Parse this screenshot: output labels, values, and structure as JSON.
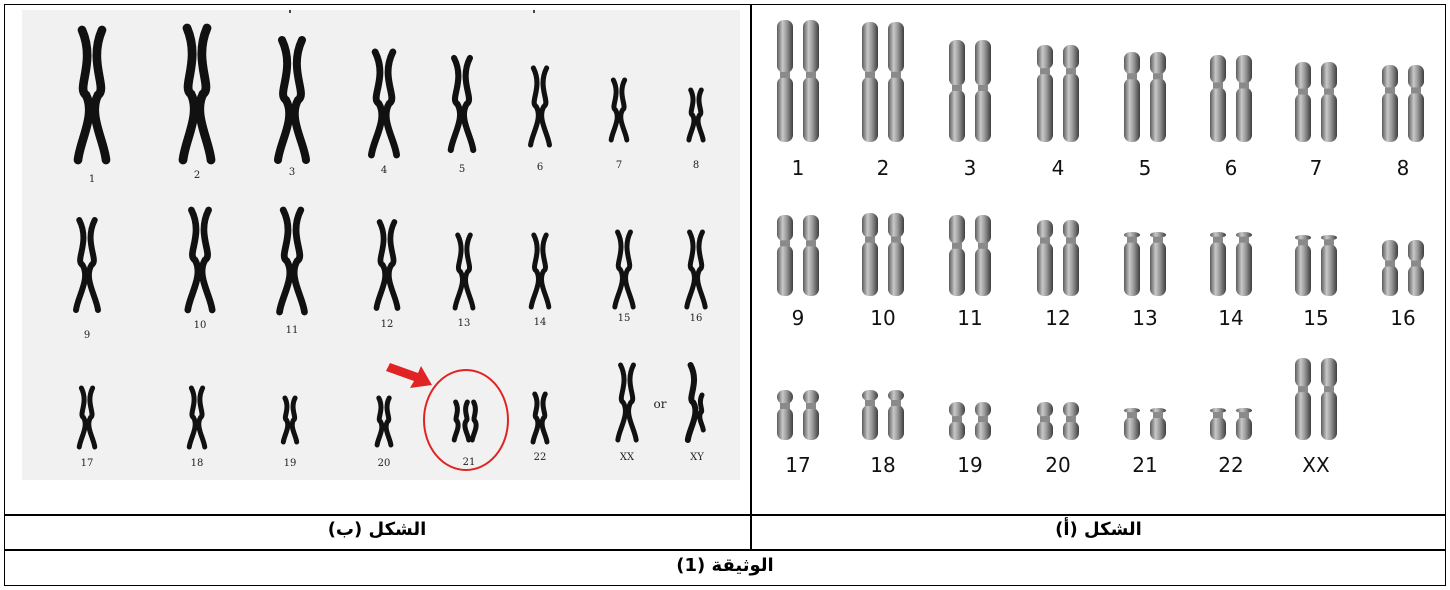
{
  "document_caption": "الوثيقة (1)",
  "figure_a": {
    "caption": "الشكل (أ)",
    "labels": [
      "1",
      "2",
      "3",
      "4",
      "5",
      "6",
      "7",
      "8",
      "9",
      "10",
      "11",
      "12",
      "13",
      "14",
      "15",
      "16",
      "17",
      "18",
      "19",
      "20",
      "21",
      "22",
      "XX"
    ]
  },
  "figure_b": {
    "caption": "الشكل (ب)",
    "labels": [
      "1",
      "2",
      "3",
      "4",
      "5",
      "6",
      "7",
      "8",
      "9",
      "10",
      "11",
      "12",
      "13",
      "14",
      "15",
      "16",
      "17",
      "18",
      "19",
      "20",
      "21",
      "22",
      "XX",
      "XY"
    ],
    "or_text": "or",
    "highlight_color": "#e02424"
  }
}
